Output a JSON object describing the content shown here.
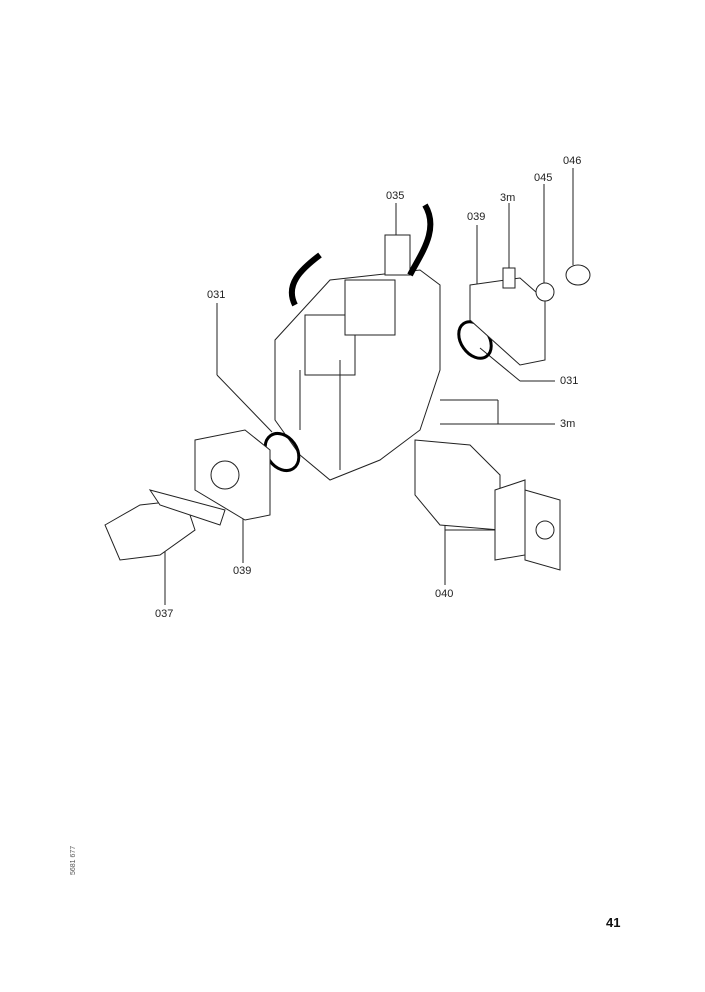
{
  "labels": {
    "l035": "035",
    "l039_top": "039",
    "l3m_top": "3m",
    "l045": "045",
    "l046": "046",
    "l031_left": "031",
    "l031_right": "031",
    "l3m_right": "3m",
    "l039_bottom": "039",
    "l037": "037",
    "l040": "040"
  },
  "drawing_number": "5681 677",
  "page_number": "41"
}
